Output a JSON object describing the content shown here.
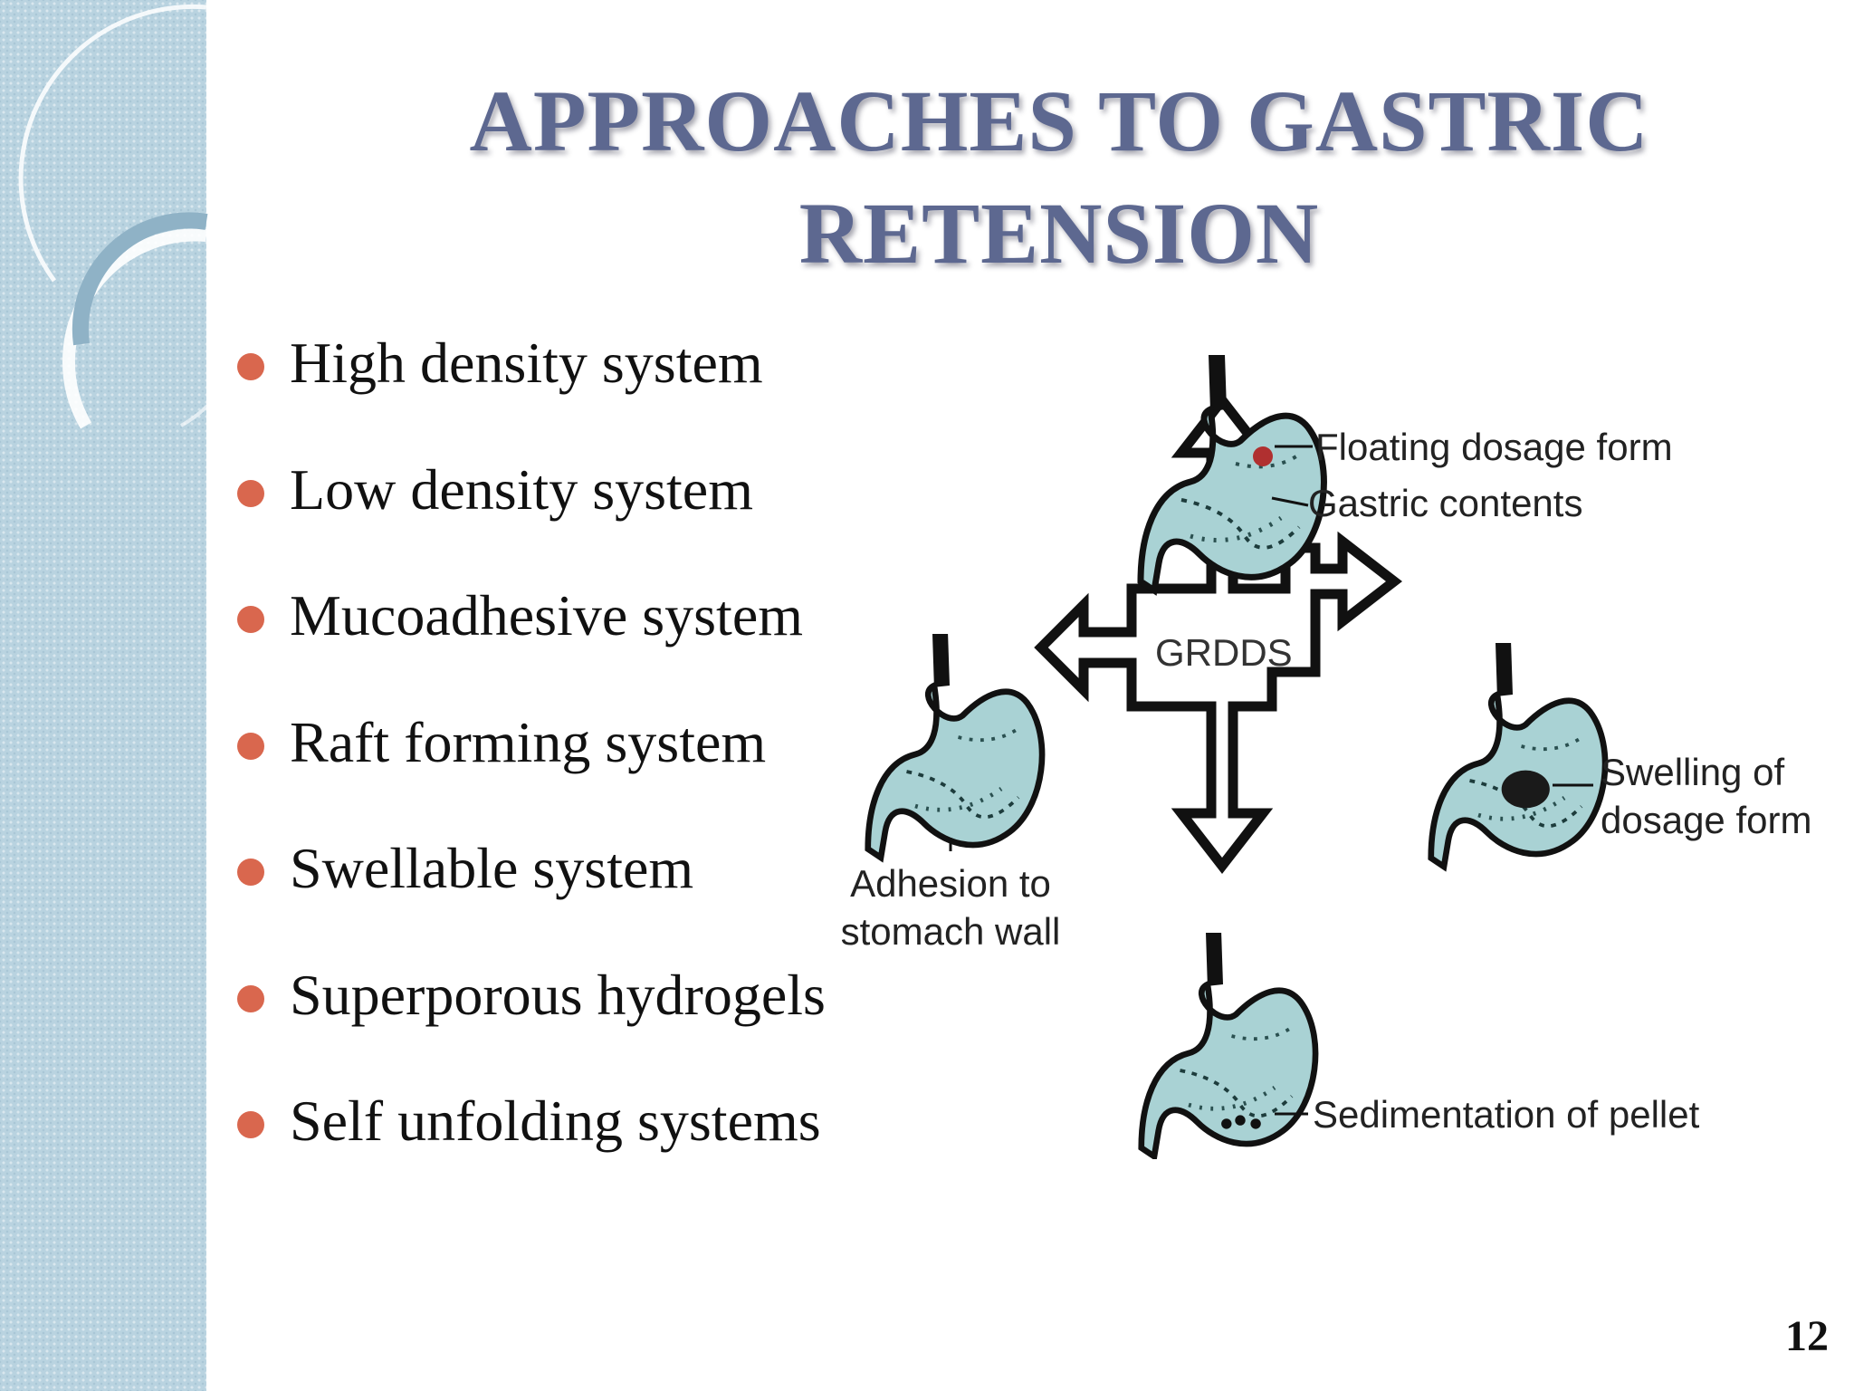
{
  "slide": {
    "title_lines": [
      "APPROACHES TO GASTRIC",
      "RETENSION"
    ],
    "page_number": "12"
  },
  "bullets": [
    "High density system",
    "Low density system",
    "Mucoadhesive system",
    "Raft forming system",
    "Swellable system",
    "Superporous hydrogels",
    "Self unfolding systems"
  ],
  "diagram": {
    "center_label": "GRDDS",
    "top": {
      "label_1": "Floating dosage form",
      "label_2": "Gastric contents"
    },
    "left": {
      "label_1": "Adhesion to",
      "label_2": "stomach wall"
    },
    "right": {
      "label_1": "Swelling of",
      "label_2": "dosage form"
    },
    "bottom": {
      "label_1": "Sedimentation of pellet"
    }
  },
  "colors": {
    "title": "#5d6890",
    "bullet_dot": "#d9674e",
    "side_band": "#b9d3e0",
    "stomach_fill": "#9fc9cc"
  }
}
